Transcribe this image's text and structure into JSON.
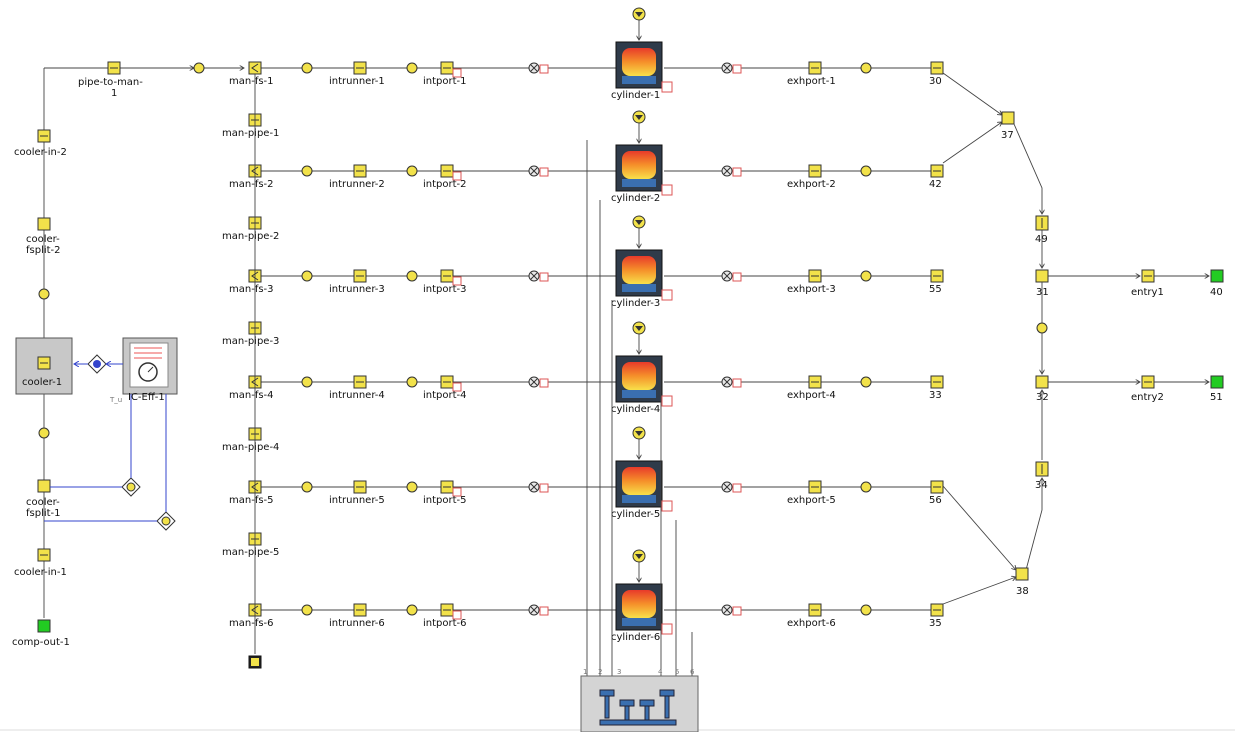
{
  "labels": {
    "pipe_to_man": [
      "pipe-to-man-",
      "1"
    ],
    "cooler_in_2": "cooler-in-2",
    "cooler_fsplit_2": [
      "cooler-",
      "fsplit-2"
    ],
    "cooler_1": "cooler-1",
    "ic_eff": "IC-Eff-1",
    "t_u": "T_u",
    "cooler_fsplit_1": [
      "cooler-",
      "fsplit-1"
    ],
    "cooler_in_1": "cooler-in-1",
    "comp_out": "comp-out-1",
    "rows": [
      {
        "manfs": "man-fs-1",
        "pipe": "man-pipe-1",
        "runner": "intrunner-1",
        "port": "intport-1",
        "cyl": "cylinder-1",
        "exh": "exhport-1",
        "out": "30"
      },
      {
        "manfs": "man-fs-2",
        "pipe": "man-pipe-2",
        "runner": "intrunner-2",
        "port": "intport-2",
        "cyl": "cylinder-2",
        "exh": "exhport-2",
        "out": "42"
      },
      {
        "manfs": "man-fs-3",
        "pipe": "man-pipe-3",
        "runner": "intrunner-3",
        "port": "intport-3",
        "cyl": "cylinder-3",
        "exh": "exhport-3",
        "out": "55"
      },
      {
        "manfs": "man-fs-4",
        "pipe": "man-pipe-4",
        "runner": "intrunner-4",
        "port": "intport-4",
        "cyl": "cylinder-4",
        "exh": "exhport-4",
        "out": "33"
      },
      {
        "manfs": "man-fs-5",
        "pipe": "man-pipe-5",
        "runner": "intrunner-5",
        "port": "intport-5",
        "cyl": "cylinder-5",
        "exh": "exhport-5",
        "out": "56"
      },
      {
        "manfs": "man-fs-6",
        "pipe": "",
        "runner": "intrunner-6",
        "port": "intport-6",
        "cyl": "cylinder-6",
        "exh": "exhport-6",
        "out": "35"
      }
    ],
    "n37": "37",
    "n49": "49",
    "n31": "31",
    "n32": "32",
    "n34": "34",
    "n38": "38",
    "entry1": "entry1",
    "entry2": "entry2",
    "n40": "40",
    "n51": "51",
    "crank_ports": [
      "1",
      "2",
      "3",
      "4",
      "5",
      "6"
    ]
  },
  "colors": {
    "block_yellow": "#f2e24a",
    "cylinder_dark": "#2f3b4a",
    "end_green": "#22cc22",
    "cooler_gray": "#c8c8c8",
    "signal_blue": "#3344cc"
  }
}
